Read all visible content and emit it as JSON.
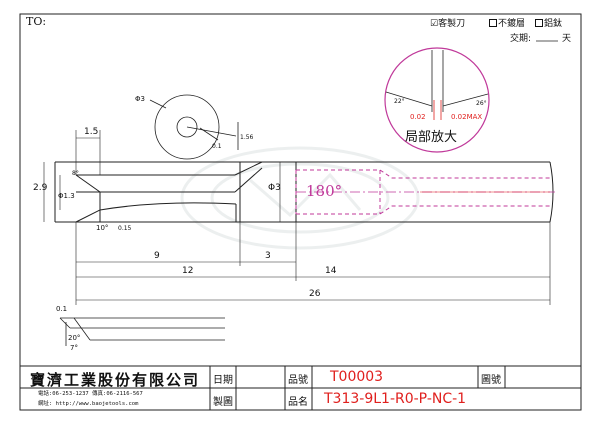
{
  "header": {
    "to_label": "TO:",
    "custom_tool": "☑客製刀",
    "no_coating": "不鍍層",
    "aluminum_titanium": "鋁鈦",
    "delivery_label": "交期:",
    "delivery_unit": "天"
  },
  "detail": {
    "caption": "局部放大",
    "angle_left": "22°",
    "angle_right": "26°",
    "dim_left": "0.02",
    "dim_right": "0.02MAX"
  },
  "section": {
    "dia": "Φ3",
    "radius": "0.1",
    "height": "1.56"
  },
  "drawing": {
    "dim_1_5": "1.5",
    "dim_2_9": "2.9",
    "dim_phi13": "Φ1.3",
    "dim_phi3": "Φ3",
    "dim_10deg": "10°",
    "dim_015": "0.15",
    "dim_a": "8°",
    "angle_180": "180°",
    "dim_9": "9",
    "dim_3": "3",
    "dim_12": "12",
    "dim_14": "14",
    "dim_26": "26",
    "tip_01": "0.1",
    "tip_20": "20°",
    "tip_7": "7°"
  },
  "title_block": {
    "company": "寶濟工業股份有限公司",
    "phone": "電話:06-253-1237  傳真:06-2116-567",
    "website": "網址: http://www.baojetools.com",
    "date_label": "日期",
    "drawn_label": "製圖",
    "part_no_label": "品號",
    "part_name_label": "品名",
    "drawing_no_label": "圖號",
    "part_no": "T00003",
    "part_name": "T313-9L1-R0-P-NC-1"
  }
}
